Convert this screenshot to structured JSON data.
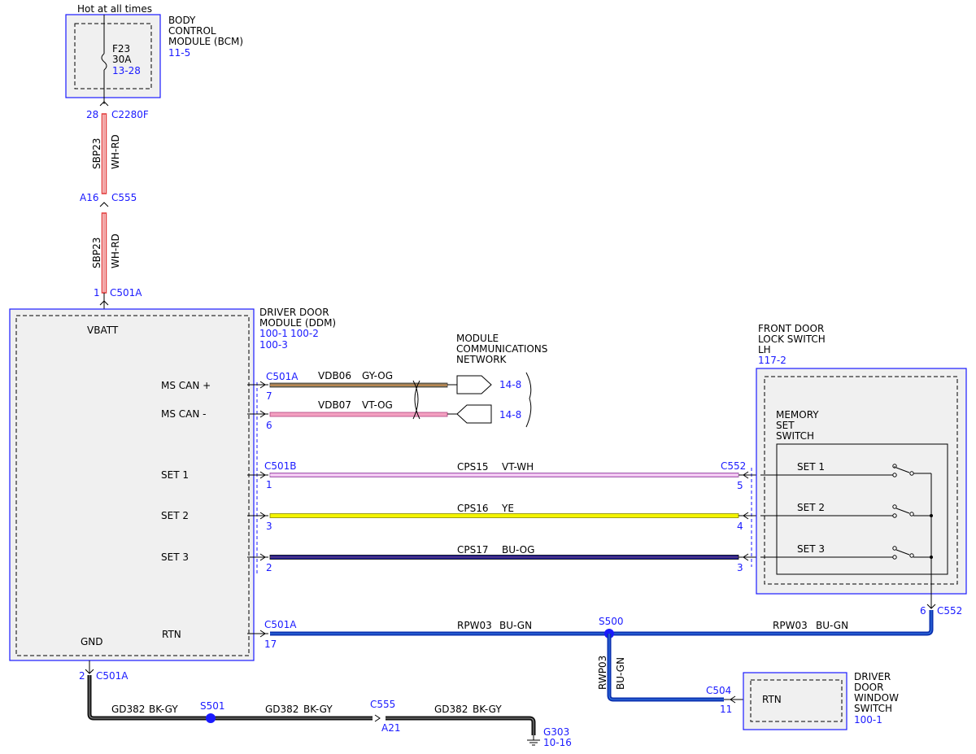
{
  "hot": "Hot at all times",
  "bcm": {
    "name1": "BODY",
    "name2": "CONTROL",
    "name3": "MODULE (BCM)",
    "ref": "11-5",
    "fuse": "F23",
    "amps": "30A",
    "fuse_ref": "13-28"
  },
  "wire_top": {
    "pin1": "28",
    "conn1": "C2280F",
    "circuit1": "SBP23",
    "color1": "WH-RD",
    "pin_mid": "A16",
    "conn_mid": "C555",
    "circuit2": "SBP23",
    "color2": "WH-RD",
    "pin2": "1",
    "conn2": "C501A"
  },
  "ddm": {
    "name1": "DRIVER DOOR",
    "name2": "MODULE (DDM)",
    "ref1": "100-1",
    "ref2": "100-2",
    "ref3": "100-3",
    "vbatt": "VBATT",
    "gnd": "GND",
    "ms_can_plus": "MS CAN +",
    "ms_can_minus": "MS CAN -",
    "set1": "SET 1",
    "set2": "SET 2",
    "set3": "SET 3",
    "rtn": "RTN"
  },
  "network": {
    "l1": "MODULE",
    "l2": "COMMUNICATIONS",
    "l3": "NETWORK",
    "ref_plus": "14-8",
    "ref_minus": "14-8"
  },
  "can_plus": {
    "conn": "C501A",
    "pin": "7",
    "circuit": "VDB06",
    "color": "GY-OG"
  },
  "can_minus": {
    "pin": "6",
    "circuit": "VDB07",
    "color": "VT-OG"
  },
  "set1_wire": {
    "conn_l": "C501B",
    "pin_l": "1",
    "circuit": "CPS15",
    "color": "VT-WH",
    "conn_r": "C552",
    "pin_r": "5"
  },
  "set2_wire": {
    "pin_l": "3",
    "circuit": "CPS16",
    "color": "YE",
    "pin_r": "4"
  },
  "set3_wire": {
    "pin_l": "2",
    "circuit": "CPS17",
    "color": "BU-OG",
    "pin_r": "3"
  },
  "lock": {
    "l1": "FRONT DOOR",
    "l2": "LOCK SWITCH",
    "l3": "LH",
    "ref": "117-2",
    "mem1": "MEMORY",
    "mem2": "SET",
    "mem3": "SWITCH",
    "set1": "SET 1",
    "set2": "SET 2",
    "set3": "SET 3",
    "pin_out": "6",
    "conn_out": "C552"
  },
  "rtn_wire": {
    "conn_l": "C501A",
    "pin_l": "17",
    "circuit_l": "RPW03",
    "color_l": "BU-GN",
    "splice": "S500",
    "circuit_r": "RPW03",
    "color_r": "BU-GN",
    "circuit_v": "RWP03",
    "color_v": "BU-GN",
    "conn_sw": "C504",
    "pin_sw": "11"
  },
  "window": {
    "l1": "DRIVER",
    "l2": "DOOR",
    "l3": "WINDOW",
    "l4": "SWITCH",
    "ref": "100-1",
    "rtn": "RTN"
  },
  "gnd_wire": {
    "pin": "2",
    "conn": "C501A",
    "c1": "GD382",
    "k1": "BK-GY",
    "splice": "S501",
    "c2": "GD382",
    "k2": "BK-GY",
    "conn_mid": "C555",
    "pin_mid": "A21",
    "c3": "GD382",
    "k3": "BK-GY",
    "ground": "G303",
    "ground_ref": "10-16"
  },
  "colors": {
    "box_blue": "#1a1aff",
    "fill_gray": "#f0f0f0",
    "wh_rd": "#e23a3a",
    "gy_og": "#8a7a5a",
    "vt_og": "#f3a0c0",
    "vt_wh": "#e8a8e8",
    "ye": "#f4f400",
    "bu_og": "#1a1a9a",
    "bu_gn": "#0a30b0",
    "bk_gy": "#111111"
  }
}
